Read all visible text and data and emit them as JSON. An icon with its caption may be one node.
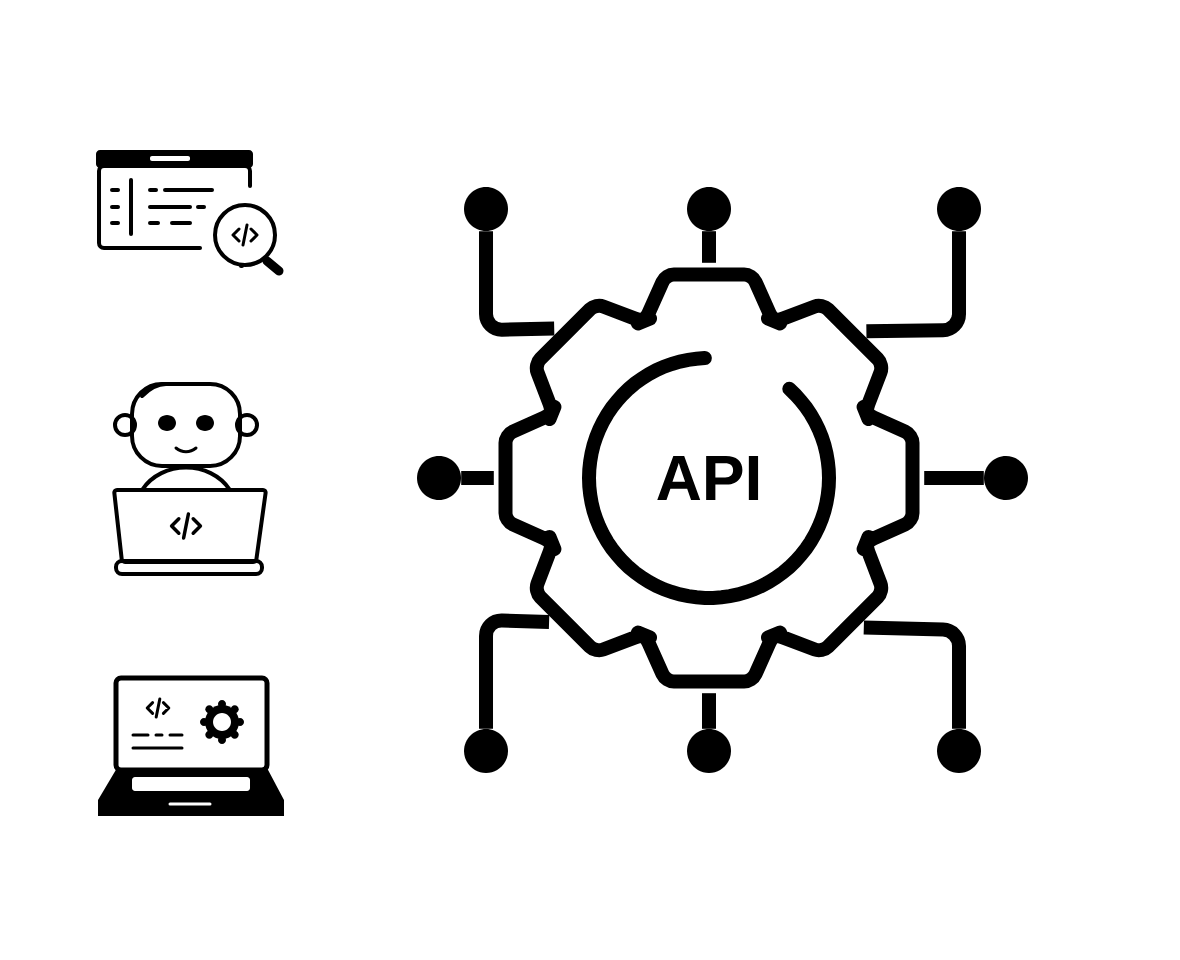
{
  "diagram": {
    "nodes": [
      {
        "text": [
          "API"
        ]
      },
      {
        "text": [],
        "shape": "circle"
      },
      {
        "text": [],
        "shape": "circle"
      },
      {
        "text": [],
        "shape": "circle"
      },
      {
        "text": [],
        "shape": "circle"
      },
      {
        "text": [],
        "shape": "circle"
      },
      {
        "text": [],
        "shape": "circle"
      },
      {
        "text": [],
        "shape": "circle"
      },
      {
        "text": [],
        "shape": "circle"
      }
    ],
    "edges": [
      {
        "from": 0,
        "to": 1,
        "arrow": "none"
      },
      {
        "from": 0,
        "to": 2,
        "arrow": "none"
      },
      {
        "from": 0,
        "to": 3,
        "arrow": "none"
      },
      {
        "from": 0,
        "to": 4,
        "arrow": "none"
      },
      {
        "from": 0,
        "to": 5,
        "arrow": "none"
      },
      {
        "from": 0,
        "to": 6,
        "arrow": "none"
      },
      {
        "from": 0,
        "to": 7,
        "arrow": "none"
      },
      {
        "from": 0,
        "to": 8,
        "arrow": "none"
      }
    ]
  }
}
